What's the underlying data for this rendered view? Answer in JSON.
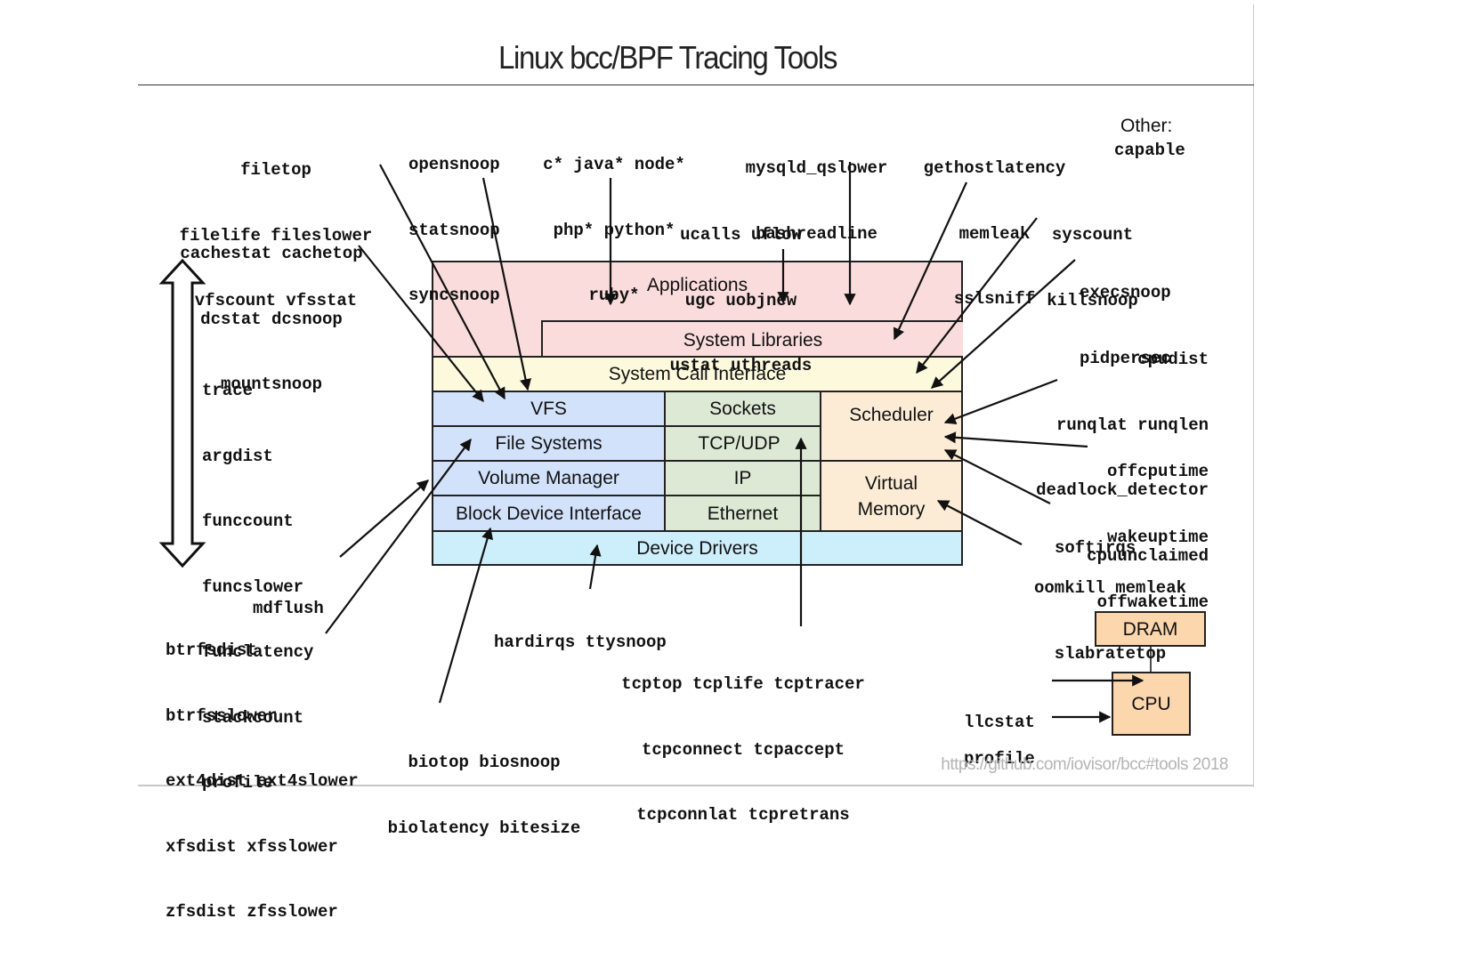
{
  "title": "Linux bcc/BPF Tracing Tools",
  "footer": "https://github.com/iovisor/bcc#tools 2018",
  "other": {
    "label": "Other:",
    "tools": "capable"
  },
  "layers": {
    "applications": "Applications",
    "system_libraries": "System Libraries",
    "system_call_interface": "System Call Interface",
    "vfs": "VFS",
    "file_systems": "File Systems",
    "volume_manager": "Volume Manager",
    "block_device_interface": "Block Device Interface",
    "sockets": "Sockets",
    "tcp_udp": "TCP/UDP",
    "ip": "IP",
    "ethernet": "Ethernet",
    "scheduler": "Scheduler",
    "virtual_memory_line1": "Virtual",
    "virtual_memory_line2": "Memory",
    "device_drivers": "Device Drivers",
    "dram": "DRAM",
    "cpu": "CPU"
  },
  "colors": {
    "applications": "#fbdcdc",
    "system_call_interface": "#fdf9dd",
    "storage": "#d3e2fb",
    "network": "#dde9d5",
    "cpu_mem": "#fcecd6",
    "device_drivers": "#cdeefb",
    "hardware": "#fcd6ad"
  },
  "tool_groups": {
    "file_tools": [
      "filetop",
      "filelife fileslower",
      "vfscount vfsstat"
    ],
    "cache_tools": [
      "cachestat cachetop",
      "dcstat dcsnoop",
      "mountsnoop"
    ],
    "snoop_tools": [
      "opensnoop",
      "statsnoop",
      "syncsnoop"
    ],
    "lang_tools": [
      "c* java* node*",
      "php* python*",
      "ruby*"
    ],
    "ustat_tools": [
      "ucalls uflow",
      "ugc uobjnew",
      "ustat uthreads"
    ],
    "mysql_tools": [
      "mysqld_qslower",
      "bashreadline"
    ],
    "lib_tools": [
      "gethostlatency",
      "memleak",
      "sslsniff"
    ],
    "syscall_tools": [
      "syscount",
      "killsnoop"
    ],
    "exec_tools": [
      "execsnoop",
      "pidpersec"
    ],
    "cpu_tools": [
      "cpudist",
      "runqlat runqlen",
      "deadlock_detector",
      "cpuunclaimed"
    ],
    "offcpu_tools": [
      "offcputime",
      "wakeuptime",
      "offwaketime"
    ],
    "softirq_tools": [
      "softirqs"
    ],
    "mem_tools": [
      "oomkill memleak",
      "slabratetop"
    ],
    "multi_tools": [
      "trace",
      "argdist",
      "funccount",
      "funcslower",
      "funclatency",
      "stackcount",
      "profile"
    ],
    "md_tools": [
      "mdflush"
    ],
    "fs_tools": [
      "btrfsdist",
      "btrfsslower",
      "ext4dist ext4slower",
      "xfsdist xfsslower",
      "zfsdist zfsslower"
    ],
    "irq_tools": [
      "hardirqs ttysnoop"
    ],
    "bio_tools": [
      "biotop biosnoop",
      "biolatency bitesize"
    ],
    "tcp_tools": [
      "tcptop tcplife tcptracer",
      "tcpconnect tcpaccept",
      "tcpconnlat tcpretrans"
    ],
    "llc_tools": [
      "llcstat"
    ],
    "profile_tools": [
      "profile"
    ]
  }
}
